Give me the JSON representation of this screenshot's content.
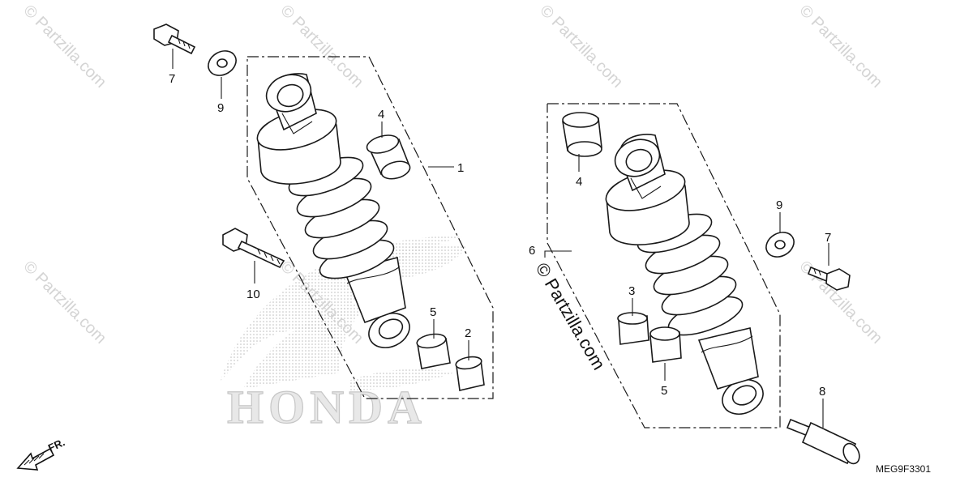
{
  "diagram_code": "MEG9F3301",
  "direction_label": "FR.",
  "brand_text": "HONDA",
  "watermark_text": "© Partzilla.com",
  "callouts": {
    "left_part_1": "1",
    "left_part_2": "2",
    "left_part_4": "4",
    "left_part_5": "5",
    "left_part_7": "7",
    "left_part_9": "9",
    "left_part_10": "10",
    "right_part_3": "3",
    "right_part_4": "4",
    "right_part_5": "5",
    "right_part_6": "6",
    "right_part_7": "7",
    "right_part_8": "8",
    "right_part_9": "9"
  },
  "colors": {
    "line": "#1a1a1a",
    "watermark": "#d4d4d4",
    "background": "#ffffff"
  }
}
